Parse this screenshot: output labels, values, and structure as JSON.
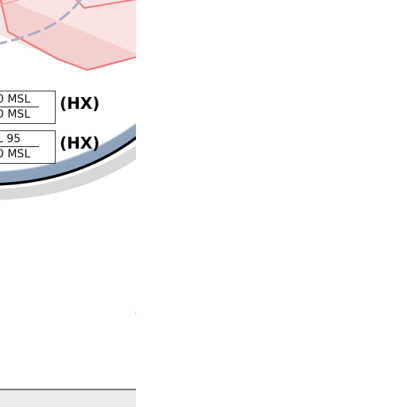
{
  "map": {
    "airspace_blocks": [
      {
        "upper_label": "0 MSL",
        "lower_label": "0 MSL",
        "hours": "(HX)"
      },
      {
        "upper_label": "L 95",
        "lower_label": "0 MSL",
        "hours": "(HX)"
      }
    ],
    "colors": {
      "restricted_area_fill": "#f4c8c8",
      "restricted_area_stroke": "#f07a7a",
      "dashed_boundary": "#9aa6bd",
      "zone_ring": "#8c9fb8",
      "zone_outline": "#000000"
    }
  }
}
